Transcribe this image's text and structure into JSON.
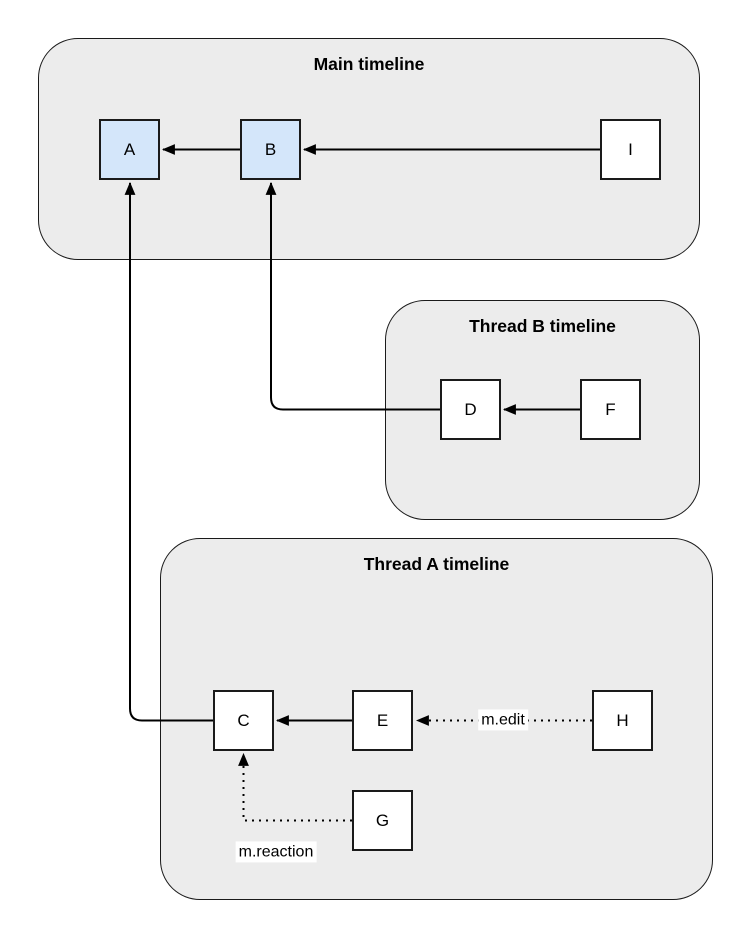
{
  "diagram": {
    "type": "event-dag-flowchart",
    "containers": [
      {
        "id": "main",
        "label": "Main timeline"
      },
      {
        "id": "thread-b",
        "label": "Thread B timeline"
      },
      {
        "id": "thread-a",
        "label": "Thread A timeline"
      }
    ],
    "nodes": [
      {
        "id": "A",
        "label": "A",
        "style": "highlight",
        "container": "main"
      },
      {
        "id": "B",
        "label": "B",
        "style": "highlight",
        "container": "main"
      },
      {
        "id": "I",
        "label": "I",
        "style": "plain",
        "container": "main"
      },
      {
        "id": "D",
        "label": "D",
        "style": "plain",
        "container": "thread-b"
      },
      {
        "id": "F",
        "label": "F",
        "style": "plain",
        "container": "thread-b"
      },
      {
        "id": "C",
        "label": "C",
        "style": "plain",
        "container": "thread-a"
      },
      {
        "id": "E",
        "label": "E",
        "style": "plain",
        "container": "thread-a"
      },
      {
        "id": "H",
        "label": "H",
        "style": "plain",
        "container": "thread-a"
      },
      {
        "id": "G",
        "label": "G",
        "style": "plain",
        "container": "thread-a"
      }
    ],
    "edges": [
      {
        "from": "B",
        "to": "A",
        "style": "solid",
        "label": ""
      },
      {
        "from": "I",
        "to": "B",
        "style": "solid",
        "label": ""
      },
      {
        "from": "C",
        "to": "A",
        "style": "solid",
        "label": ""
      },
      {
        "from": "D",
        "to": "B",
        "style": "solid",
        "label": ""
      },
      {
        "from": "F",
        "to": "D",
        "style": "solid",
        "label": ""
      },
      {
        "from": "E",
        "to": "C",
        "style": "solid",
        "label": ""
      },
      {
        "from": "H",
        "to": "E",
        "style": "dotted",
        "label": "m.edit"
      },
      {
        "from": "G",
        "to": "C",
        "style": "dotted",
        "label": "m.reaction"
      }
    ],
    "colors": {
      "container_fill": "#ececec",
      "container_border": "#1a1a1a",
      "node_fill": "#ffffff",
      "node_highlight_fill": "#d4e6fa",
      "node_border": "#1a1a1a",
      "edge_stroke": "#000000",
      "edge_label_bg": "#ffffff",
      "text": "#000000"
    }
  }
}
